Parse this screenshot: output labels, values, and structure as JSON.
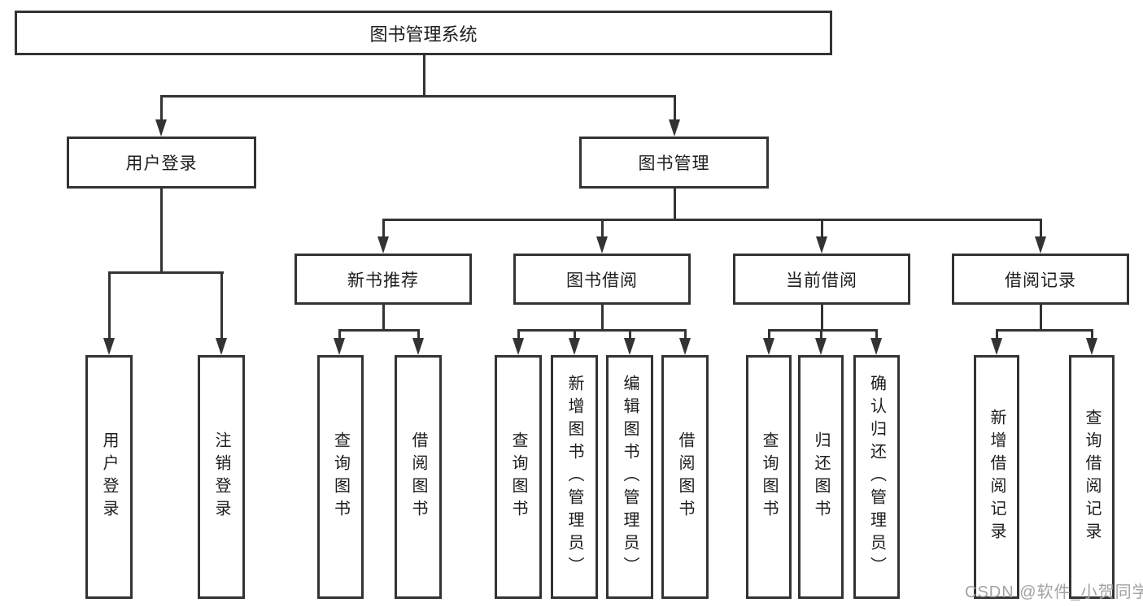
{
  "nodes": {
    "root": {
      "label": "图书管理系统"
    },
    "level2": [
      {
        "label": "用户登录",
        "parent": "图书管理系统"
      },
      {
        "label": "图书管理",
        "parent": "图书管理系统"
      }
    ],
    "level3": [
      {
        "label": "新书推荐",
        "parent": "图书管理"
      },
      {
        "label": "图书借阅",
        "parent": "图书管理"
      },
      {
        "label": "当前借阅",
        "parent": "图书管理"
      },
      {
        "label": "借阅记录",
        "parent": "图书管理"
      }
    ],
    "level4": [
      {
        "label": "用户登录",
        "parent": "用户登录"
      },
      {
        "label": "注销登录",
        "parent": "用户登录"
      },
      {
        "label": "查询图书",
        "parent": "新书推荐"
      },
      {
        "label": "借阅图书",
        "parent": "新书推荐"
      },
      {
        "label": "查询图书",
        "parent": "图书借阅"
      },
      {
        "label": "新增图书（管理员）",
        "parent": "图书借阅"
      },
      {
        "label": "编辑图书（管理员）",
        "parent": "图书借阅"
      },
      {
        "label": "借阅图书",
        "parent": "图书借阅"
      },
      {
        "label": "查询图书",
        "parent": "当前借阅"
      },
      {
        "label": "归还图书",
        "parent": "当前借阅"
      },
      {
        "label": "确认归还（管理员）",
        "parent": "当前借阅"
      },
      {
        "label": "新增借阅记录",
        "parent": "借阅记录"
      },
      {
        "label": "查询借阅记录",
        "parent": "借阅记录"
      }
    ]
  },
  "watermark": {
    "text": "CSDN @软件_小贺同学"
  },
  "colors": {
    "line": "#333333",
    "box_border": "#333333",
    "text": "#1d1d1d",
    "watermark": "#a2a2a2",
    "background": "#ffffff"
  }
}
